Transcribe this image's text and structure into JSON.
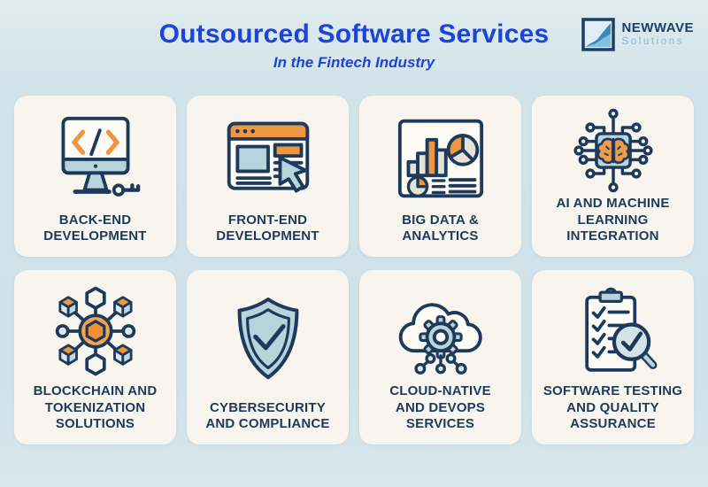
{
  "header": {
    "title": "Outsourced Software Services",
    "subtitle": "In the Fintech Industry",
    "logo": {
      "name": "NEWWAVE",
      "tagline": "Solutions",
      "mark": "wave-icon"
    }
  },
  "cards": [
    {
      "label": "BACK-END\nDEVELOPMENT",
      "icon": "monitor-code-key-icon"
    },
    {
      "label": "FRONT-END\nDEVELOPMENT",
      "icon": "browser-cursor-icon"
    },
    {
      "label": "BIG DATA &\nANALYTICS",
      "icon": "dashboard-charts-icon"
    },
    {
      "label": "AI AND MACHINE\nLEARNING\nINTEGRATION",
      "icon": "chip-brain-icon"
    },
    {
      "label": "BLOCKCHAIN AND\nTOKENIZATION\nSOLUTIONS",
      "icon": "token-network-icon"
    },
    {
      "label": "CYBERSECURITY\nAND COMPLIANCE",
      "icon": "shield-check-icon"
    },
    {
      "label": "CLOUD-NATIVE\nAND DEVOPS\nSERVICES",
      "icon": "cloud-gear-icon"
    },
    {
      "label": "SOFTWARE TESTING\nAND QUALITY\nASSURANCE",
      "icon": "checklist-magnifier-icon"
    }
  ],
  "colors": {
    "title_blue": "#1b44d8",
    "navy": "#1d3a5a",
    "accent_orange": "#ef9643",
    "icon_light_blue": "#b9d3dc",
    "card_bg": "#f8f5ef",
    "page_bg": "#d2e3e9",
    "logo_navy": "#1d3f63",
    "logo_light_blue": "#80b9da"
  }
}
